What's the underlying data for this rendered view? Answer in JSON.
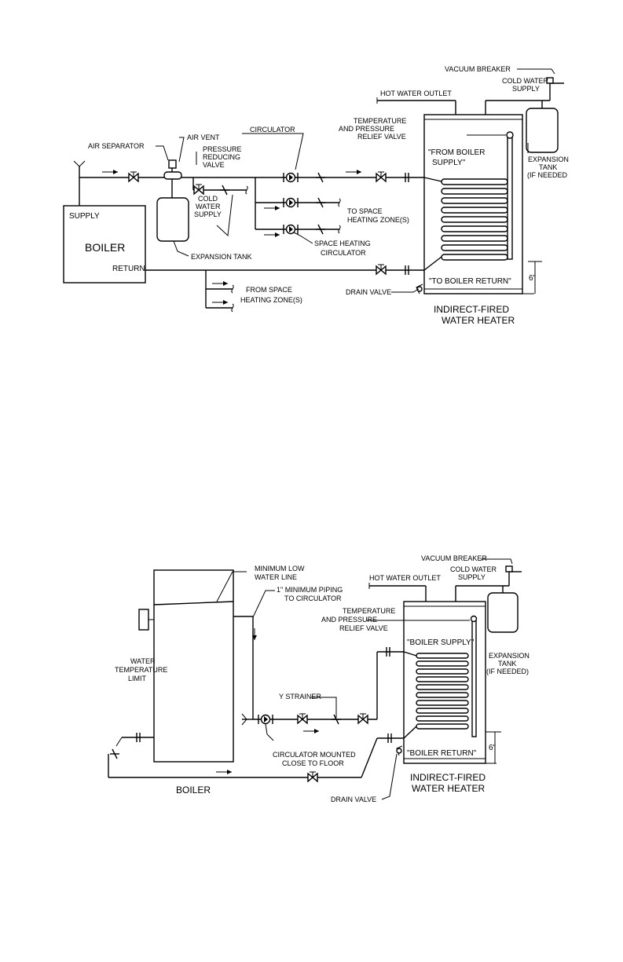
{
  "diagram1": {
    "vacuum_breaker": "VACUUM BREAKER",
    "cold_water_supply_1": "COLD WATER",
    "cold_water_supply_2": "SUPPLY",
    "hot_water_outlet": "HOT WATER OUTLET",
    "tp_valve_1": "TEMPERATURE",
    "tp_valve_2": "AND PRESSURE",
    "tp_valve_3": "RELIEF VALVE",
    "circulator": "CIRCULATOR",
    "air_vent": "AIR VENT",
    "air_separator": "AIR SEPARATOR",
    "prv_1": "PRESSURE",
    "prv_2": "REDUCING",
    "prv_3": "VALVE",
    "from_boiler_supply_1": "\"FROM BOILER",
    "from_boiler_supply_2": "SUPPLY\"",
    "expansion_tank_right_1": "EXPANSION",
    "expansion_tank_right_2": "TANK",
    "expansion_tank_right_3": "(IF NEEDED",
    "supply": "SUPPLY",
    "boiler": "BOILER",
    "return": "RETURN",
    "cold_water_left_1": "COLD",
    "cold_water_left_2": "WATER",
    "cold_water_left_3": "SUPPLY",
    "to_space_heating_1": "TO SPACE",
    "to_space_heating_2": "HEATING ZONE(S)",
    "space_heating_circ_1": "SPACE HEATING",
    "space_heating_circ_2": "CIRCULATOR",
    "expansion_tank": "EXPANSION TANK",
    "from_space_heating_1": "FROM SPACE",
    "from_space_heating_2": "HEATING ZONE(S)",
    "drain_valve": "DRAIN VALVE",
    "to_boiler_return": "\"TO BOILER RETURN\"",
    "six_inch": "6\"",
    "heater_title_1": "INDIRECT-FIRED",
    "heater_title_2": "WATER HEATER"
  },
  "diagram2": {
    "vacuum_breaker": "VACUUM BREAKER",
    "cold_water_supply_1": "COLD WATER",
    "cold_water_supply_2": "SUPPLY",
    "hot_water_outlet": "HOT WATER OUTLET",
    "min_low_water_1": "MINIMUM LOW",
    "min_low_water_2": "WATER LINE",
    "min_piping_1": "1\" MINIMUM PIPING",
    "min_piping_2": "TO CIRCULATOR",
    "tp_valve_1": "TEMPERATURE",
    "tp_valve_2": "AND PRESSURE",
    "tp_valve_3": "RELIEF VALVE",
    "boiler_supply": "\"BOILER SUPPLY\"",
    "expansion_tank_1": "EXPANSION",
    "expansion_tank_2": "TANK",
    "expansion_tank_3": "(IF NEEDED)",
    "water_temp_limit_1": "WATER",
    "water_temp_limit_2": "TEMPERATURE",
    "water_temp_limit_3": "LIMIT",
    "y_strainer": "Y STRAINER",
    "circ_mounted_1": "CIRCULATOR MOUNTED",
    "circ_mounted_2": "CLOSE TO FLOOR",
    "boiler_return": "\"BOILER RETURN\"",
    "six_inch": "6\"",
    "boiler": "BOILER",
    "drain_valve": "DRAIN VALVE",
    "heater_title_1": "INDIRECT-FIRED",
    "heater_title_2": "WATER HEATER"
  }
}
